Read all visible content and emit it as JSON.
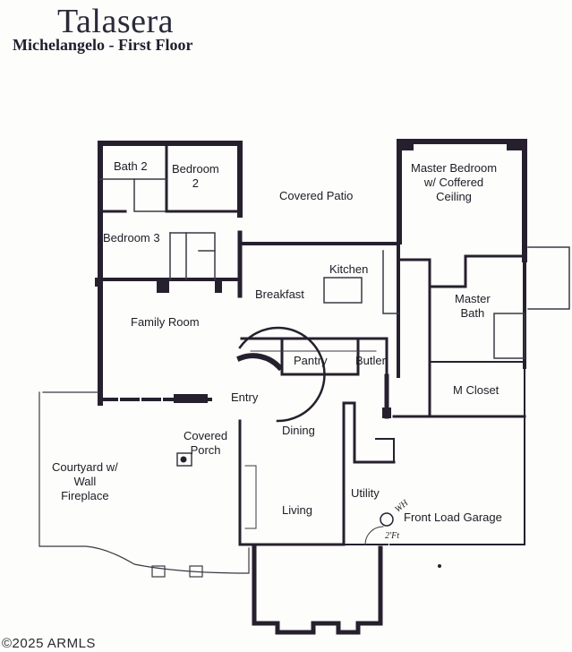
{
  "header": {
    "title": "Talasera",
    "subtitle": "Michelangelo - First Floor"
  },
  "rooms": {
    "bath2": "Bath 2",
    "bedroom2_line1": "Bedroom",
    "bedroom2_line2": "2",
    "covered_patio": "Covered Patio",
    "master_bedroom_line1": "Master Bedroom",
    "master_bedroom_line2": "w/ Coffered",
    "master_bedroom_line3": "Ceiling",
    "bedroom3": "Bedroom 3",
    "kitchen": "Kitchen",
    "breakfast": "Breakfast",
    "master_bath_line1": "Master",
    "master_bath_line2": "Bath",
    "family_room": "Family Room",
    "pantry": "Pantry",
    "butler": "Butler",
    "m_closet": "M Closet",
    "entry": "Entry",
    "dining": "Dining",
    "covered_porch_line1": "Covered",
    "covered_porch_line2": "Porch",
    "courtyard_line1": "Courtyard w/",
    "courtyard_line2": "Wall",
    "courtyard_line3": "Fireplace",
    "utility": "Utility",
    "living": "Living",
    "garage": "Front Load Garage"
  },
  "annotations": {
    "wh": "WH",
    "two_ft": "2'Ft"
  },
  "footer": {
    "watermark": "©2025 ARMLS"
  },
  "colors": {
    "wall": "#26202e",
    "line": "#3a3a44",
    "text": "#1c1c26"
  }
}
